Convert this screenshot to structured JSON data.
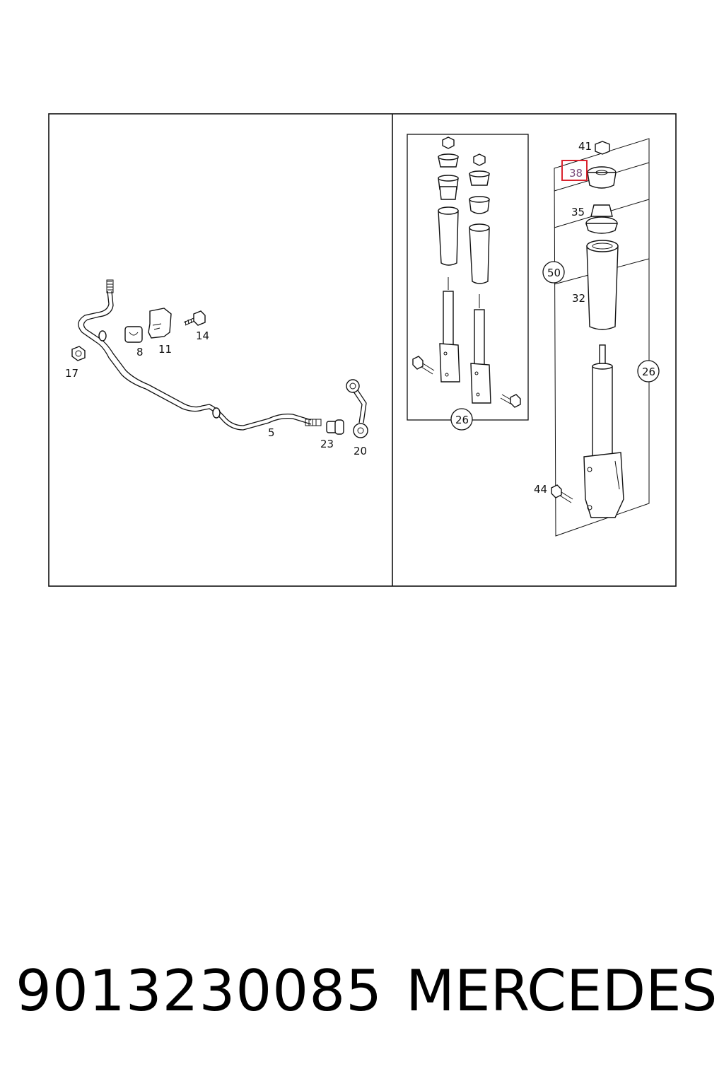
{
  "footer": {
    "part_number": "9013230085",
    "brand": "MERCEDES"
  },
  "left_panel": {
    "labels": {
      "p17": "17",
      "p8": "8",
      "p11": "11",
      "p14": "14",
      "p5": "5",
      "p23": "23",
      "p20": "20"
    }
  },
  "right_panel": {
    "labels": {
      "p26_group": "26",
      "p41": "41",
      "p38": "38",
      "p35": "35",
      "p50": "50",
      "p32": "32",
      "p26": "26",
      "p44": "44"
    },
    "highlight_color": "#d9232e"
  }
}
